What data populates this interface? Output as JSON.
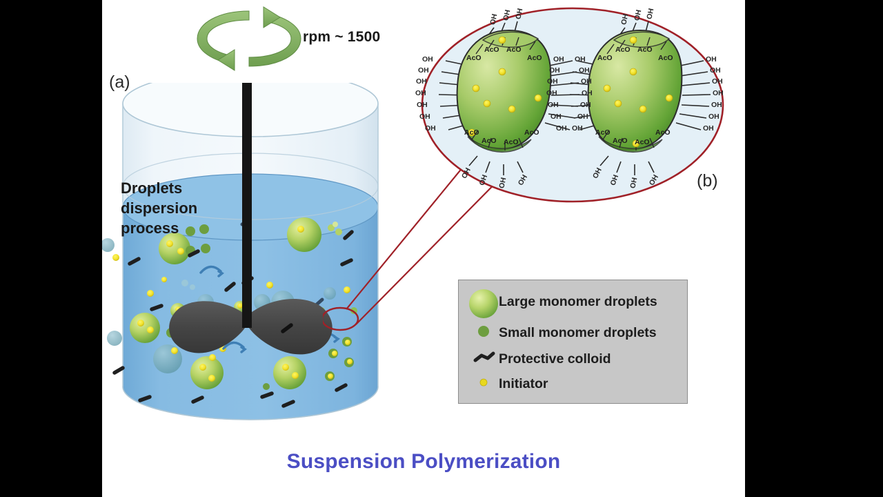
{
  "figure": {
    "title": "Suspension Polymerization",
    "title_color": "#4b4ec4",
    "background": "#ffffff",
    "letterbox_color": "#000000"
  },
  "panel_a": {
    "label": "(a)",
    "rpm_label": "rpm ~ 1500",
    "process_label": "Droplets\ndispersion\nprocess",
    "process_label_line1": "Droplets",
    "process_label_line2": "dispersion",
    "process_label_line3": "process",
    "vessel": {
      "name": "stirred-tank-reactor",
      "glass_color": "#e8f2f8",
      "liquid_color": "#7cb4df",
      "liquid_surface_color": "#8cc0e4",
      "rim_color": "#b9d3e2"
    },
    "stirrer": {
      "shaft_color": "#1c1c1c",
      "impeller_color": "#4a4a4a",
      "rotation_arrow_color": "#7fae5c"
    }
  },
  "panel_b": {
    "label": "(b)",
    "ellipse_stroke": "#a02128",
    "ellipse_fill": "#e4f0f7",
    "callout_line_color": "#a02128",
    "particle_count": 2,
    "surface_group_oh": "OH",
    "surface_group_aco": "AcO",
    "oh_left_count": 7,
    "oh_right_count": 7,
    "oh_top_count": 3,
    "oh_bottom_count": 4,
    "aco_top_count": 4,
    "aco_bottom_count": 4,
    "initiator_color": "#f2e32c",
    "particle_color_light": "#cfe08a",
    "particle_color_dark": "#4e9130"
  },
  "legend": {
    "name": "diagram-legend",
    "background": "#c7c7c7",
    "border": "#8d8d8d",
    "items": [
      {
        "label": "Large monomer droplets",
        "icon": "large-green-sphere",
        "color": "#8cc63f"
      },
      {
        "label": "Small monomer droplets",
        "icon": "small-green-dot",
        "color": "#6d9e3f"
      },
      {
        "label": "Protective colloid",
        "icon": "dark-zigzag-stroke",
        "color": "#2b2b2b"
      },
      {
        "label": "Initiator",
        "icon": "small-yellow-dot",
        "color": "#e8d81e"
      }
    ]
  }
}
